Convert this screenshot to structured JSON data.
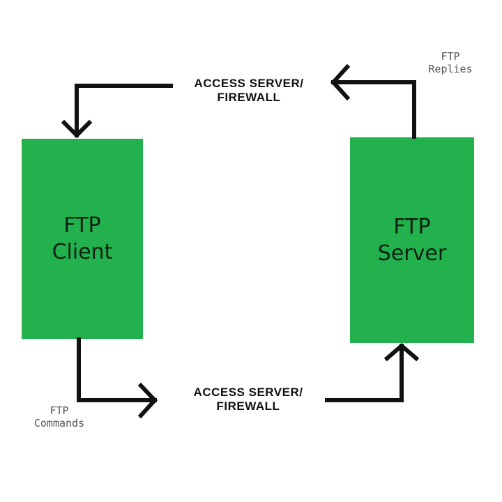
{
  "client": {
    "line1": "FTP",
    "line2": "Client"
  },
  "server": {
    "line1": "FTP",
    "line2": "Server"
  },
  "top_link": {
    "line1": "ACCESS SERVER/",
    "line2": "FIREWALL"
  },
  "bottom_link": {
    "line1": "ACCESS SERVER/",
    "line2": "FIREWALL"
  },
  "replies": {
    "line1": "FTP",
    "line2": "Replies"
  },
  "commands": {
    "line1": "FTP",
    "line2": "Commands"
  },
  "colors": {
    "box_fill": "#22b14c",
    "arrow": "#111111",
    "text": "#0f1f14",
    "mono_text": "#555555"
  }
}
